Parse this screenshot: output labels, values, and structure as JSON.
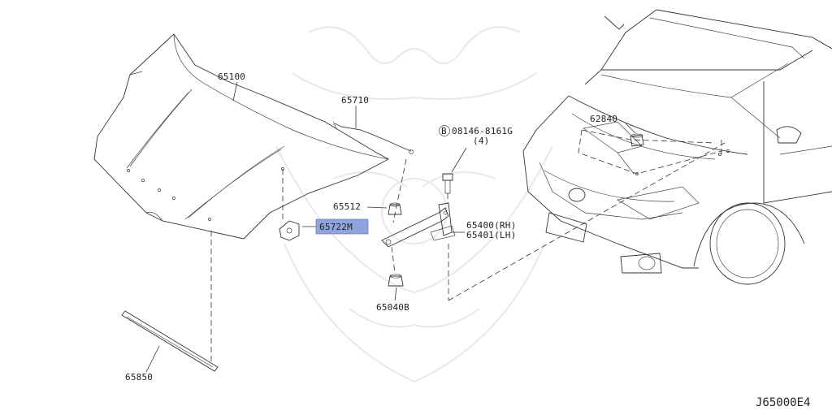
{
  "diagram": {
    "labels": {
      "hood": "65100",
      "hood_release_cable": "65710",
      "bolt": "08146-8161G",
      "bolt_qty": "(4)",
      "bolt_marker": "B",
      "hood_lock_bracket_ref": "62840",
      "bumper_rubber": "65512",
      "hood_lock": "65722M",
      "hinge_rh": "65400(RH)",
      "hinge_lh": "65401(LH)",
      "hood_stop": "65040B",
      "weatherstrip": "65850"
    },
    "reference_code": "J65000E4",
    "highlight_color": "#8fa3dc"
  }
}
